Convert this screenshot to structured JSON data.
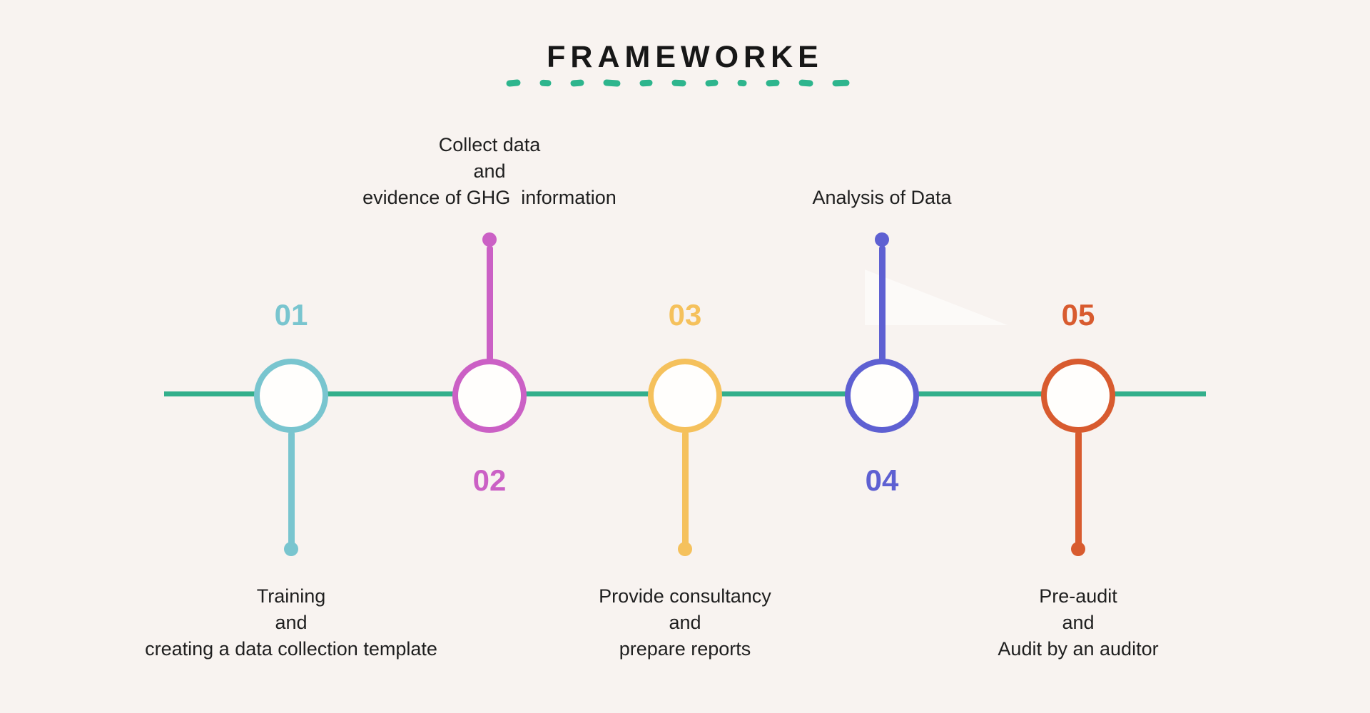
{
  "title": "FRAMEWORKE",
  "colors": {
    "background": "#F8F3F0",
    "line": "#33AF8B",
    "underline": "#2EB58D",
    "text": "#1F1F1F",
    "title": "#171717"
  },
  "steps": [
    {
      "number": "01",
      "color": "#79C5CF",
      "label_position": "below",
      "lines": [
        "Training",
        "and",
        "creating a data collection template"
      ]
    },
    {
      "number": "02",
      "color": "#CB60C5",
      "label_position": "above",
      "lines": [
        "Collect data",
        "and",
        "evidence of GHG  information"
      ]
    },
    {
      "number": "03",
      "color": "#F5C15C",
      "label_position": "below",
      "lines": [
        "Provide consultancy",
        "and",
        "prepare reports"
      ]
    },
    {
      "number": "04",
      "color": "#5E60D2",
      "label_position": "above",
      "lines": [
        "Analysis of Data"
      ]
    },
    {
      "number": "05",
      "color": "#D85B2F",
      "label_position": "below",
      "lines": [
        "Pre-audit",
        "and",
        "Audit by an auditor"
      ]
    }
  ]
}
